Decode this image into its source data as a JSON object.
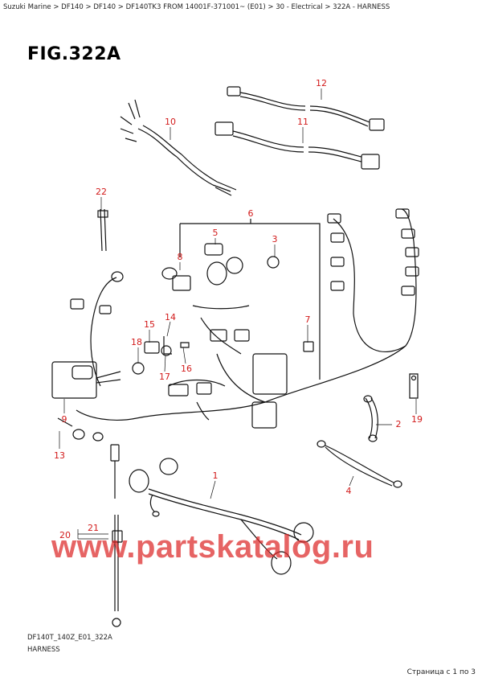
{
  "breadcrumb": {
    "items": [
      "Suzuki Marine",
      "DF140",
      "DF140",
      "DF140TK3 FROM 14001F-371001~ (E01)",
      "30 - Electrical",
      "322A - HARNESS"
    ],
    "separator": " > "
  },
  "figure": {
    "title": "FIG.322A",
    "code": "DF140T_140Z_E01_322A",
    "name": "HARNESS"
  },
  "callouts": {
    "c1": "1",
    "c2": "2",
    "c3": "3",
    "c4": "4",
    "c5": "5",
    "c6": "6",
    "c7": "7",
    "c8": "8",
    "c9": "9",
    "c10": "10",
    "c11": "11",
    "c12": "12",
    "c13": "13",
    "c14": "14",
    "c15": "15",
    "c16": "16",
    "c17": "17",
    "c18": "18",
    "c19": "19",
    "c20": "20",
    "c21": "21",
    "c22": "22"
  },
  "watermark": "www.partskatalog.ru",
  "pagination": {
    "text": "Страница с 1 по 3"
  },
  "colors": {
    "callout": "#d21a1a",
    "watermark": "#dc2828",
    "line": "#111111"
  }
}
